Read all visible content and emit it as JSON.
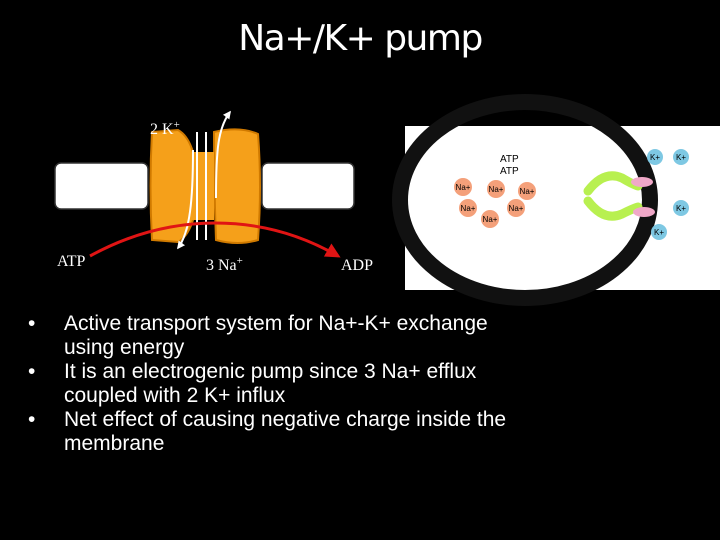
{
  "title": "Na+/K+ pump",
  "pump_diagram": {
    "k_in_label": "2 K",
    "k_in_sup": "+",
    "atp_label": "ATP",
    "na_out_label": "3 Na",
    "na_out_sup": "+",
    "adp_label": "ADP"
  },
  "cell_diagram": {
    "atp_1": "ATP",
    "atp_2": "ATP",
    "na_ions": [
      "Na+",
      "Na+",
      "Na+",
      "Na+",
      "Na+",
      "Na+"
    ],
    "k_ions": [
      "K+",
      "K+",
      "K+",
      "K+"
    ]
  },
  "bullets": [
    {
      "marker": "•",
      "text": "Active transport system for Na+-K+ exchange using energy"
    },
    {
      "marker": "•",
      "text": "It is an electrogenic pump since 3 Na+ efflux coupled with 2 K+ influx"
    },
    {
      "marker": "•",
      "text": "Net effect of causing negative charge inside the membrane"
    }
  ],
  "colors": {
    "background": "#000000",
    "pump_orange": "#f5a01a",
    "arrow_red": "#e01414",
    "ion_orange": "#f4a07a",
    "pump_green": "#b8f050",
    "k_pink": "#f0a8c8"
  }
}
